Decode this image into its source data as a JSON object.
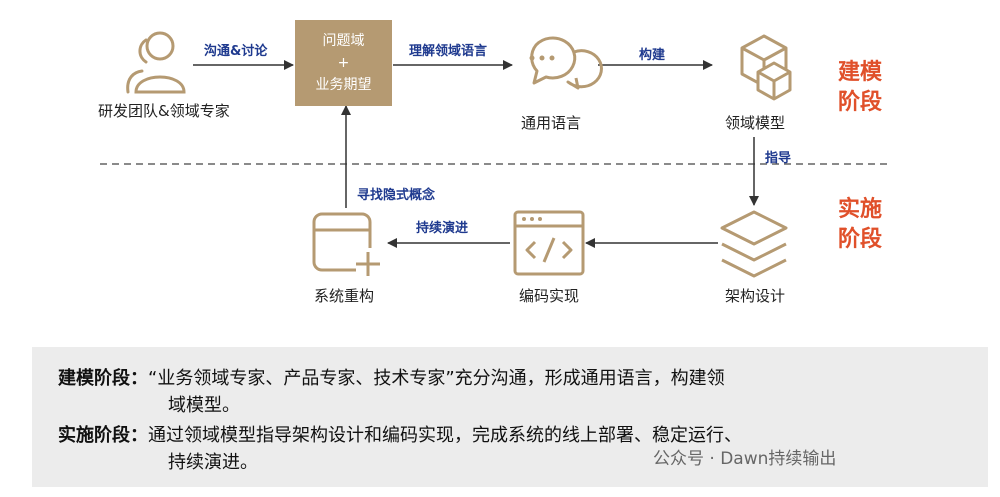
{
  "nodes": {
    "team": "研发团队&领域专家",
    "box_line1": "问题域",
    "box_line2": "+",
    "box_line3": "业务期望",
    "language": "通用语言",
    "model": "领域模型",
    "arch": "架构设计",
    "code": "编码实现",
    "refactor": "系统重构"
  },
  "edges": {
    "discuss": "沟通&讨论",
    "understand": "理解领域语言",
    "build": "构建",
    "guide": "指导",
    "evolve": "持续演进",
    "find": "寻找隐式概念"
  },
  "phases": {
    "modeling_l1": "建模",
    "modeling_l2": "阶段",
    "impl_l1": "实施",
    "impl_l2": "阶段"
  },
  "desc": {
    "modeling_key": "建模阶段：",
    "modeling_l1": "“业务领域专家、产品专家、技术专家”充分沟通，形成通用语言，构建领",
    "modeling_l2": "域模型。",
    "impl_key": "实施阶段：",
    "impl_l1": "通过领域模型指导架构设计和编码实现，完成系统的线上部署、稳定运行、",
    "impl_l2": "持续演进。"
  },
  "footer": "公众号 · Dawn持续输出",
  "colors": {
    "box": "#b59a72",
    "icon": "#b59a72",
    "phase": "#e0502a",
    "edge_label": "#1f3a8f"
  }
}
